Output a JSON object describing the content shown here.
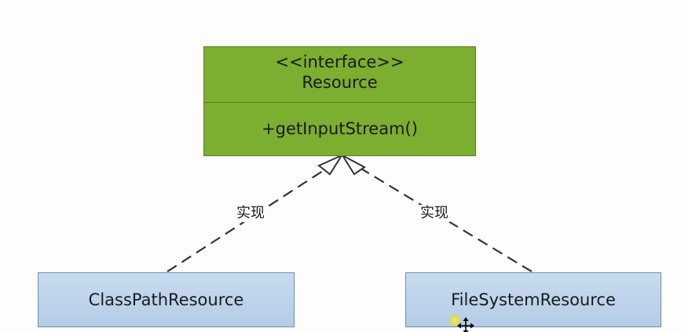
{
  "diagram": {
    "interface": {
      "stereotype": "<<interface>>",
      "name": "Resource",
      "method": "+getInputStream()"
    },
    "classes": [
      {
        "name": "ClassPathResource"
      },
      {
        "name": "FileSystemResource"
      }
    ],
    "relations": [
      {
        "label": "实现",
        "type": "realization"
      },
      {
        "label": "实现",
        "type": "realization"
      }
    ]
  },
  "colors": {
    "interface_fill": "#7cae2f",
    "class_fill": "#c0d6ec",
    "line": "#333333"
  },
  "icons": {
    "cursor": "move-cursor-icon",
    "highlight": "click-highlight-icon"
  }
}
